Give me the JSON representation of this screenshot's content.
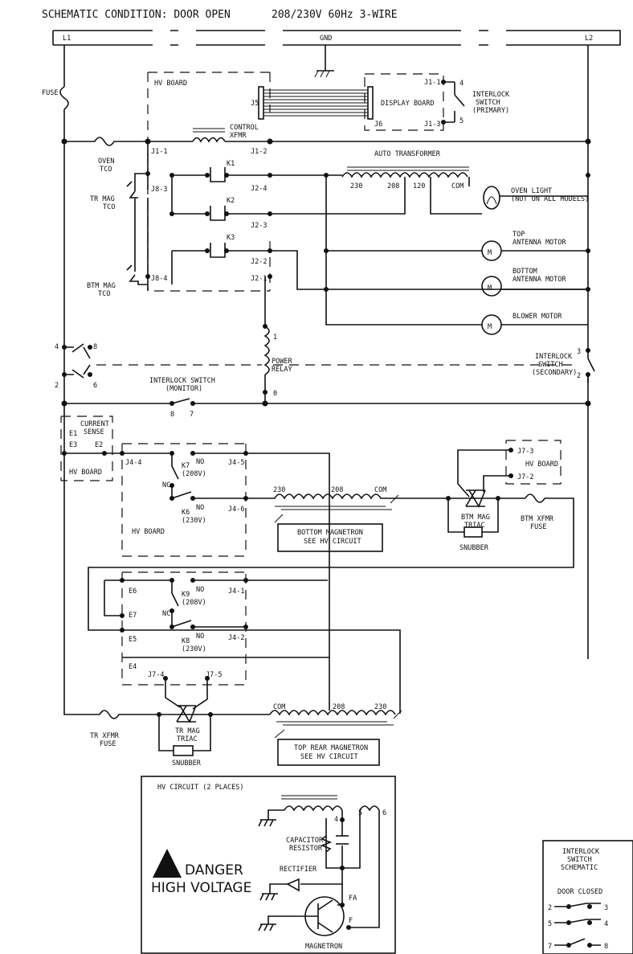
{
  "header": {
    "condition": "SCHEMATIC CONDITION: DOOR OPEN",
    "supply": "208/230V 60Hz 3-WIRE"
  },
  "bus": {
    "l1": "L1",
    "gnd": "GND",
    "l2": "L2"
  },
  "labels": {
    "fuse": "FUSE",
    "hv_board": "HV BOARD",
    "j5": "J5",
    "display_board": "DISPLAY BOARD",
    "j1_1_disp": "J1-1",
    "j1_3_disp": "J1-3",
    "j6": "J6",
    "t4": "4",
    "t5": "5",
    "interlock_primary": [
      "INTERLOCK",
      "SWITCH",
      "(PRIMARY)"
    ],
    "control_xfmr": [
      "CONTROL",
      "XFMR"
    ],
    "j1_1": "J1-1",
    "j1_2": "J1-2",
    "oven_tco": [
      "OVEN",
      "TCO"
    ],
    "tr_mag_tco": [
      "TR MAG",
      "TCO"
    ],
    "btm_mag_tco": [
      "BTM MAG",
      "TCO"
    ],
    "j8_3": "J8-3",
    "j8_4": "J8-4",
    "k1": "K1",
    "k2": "K2",
    "k3": "K3",
    "j2_4": "J2-4",
    "j2_3": "J2-3",
    "j2_2": "J2-2",
    "j2_1": "J2-1",
    "auto_transformer": "AUTO TRANSFORMER",
    "tap_230": "230",
    "tap_208": "208",
    "tap_120": "120",
    "tap_com": "COM",
    "oven_light": [
      "OVEN LIGHT",
      "(NOT ON ALL MODELS)"
    ],
    "top_antenna_motor": [
      "TOP",
      "ANTENNA MOTOR"
    ],
    "bottom_antenna_motor": [
      "BOTTOM",
      "ANTENNA MOTOR"
    ],
    "blower_motor": "BLOWER MOTOR",
    "motor_m": "M",
    "power_relay": [
      "POWER",
      "RELAY"
    ],
    "relay_1": "1",
    "relay_0": "0",
    "mon_4": "4",
    "mon_8": "8",
    "mon_2": "2",
    "mon_6": "6",
    "interlock_monitor": [
      "INTERLOCK SWITCH",
      "(MONITOR)"
    ],
    "mon_8b": "8",
    "mon_7": "7",
    "interlock_secondary": [
      "INTERLOCK",
      "SWITCH",
      "(SECONDARY)"
    ],
    "sec_3": "3",
    "sec_2": "2",
    "e1": "E1",
    "current_sense": [
      "CURRENT",
      "SENSE"
    ],
    "e3": "E3",
    "e2": "E2",
    "hv_board_small": "HV BOARD",
    "j4_4": "J4-4",
    "k7": [
      "K7",
      "(208V)"
    ],
    "no": "NO",
    "nc": "NC",
    "j4_5": "J4-5",
    "k6": [
      "K6",
      "(230V)"
    ],
    "j4_6": "J4-6",
    "hv_board_mid": "HV BOARD",
    "mag_230": "230",
    "mag_208": "208",
    "mag_com": "COM",
    "bottom_magnetron": [
      "BOTTOM MAGNETRON",
      "SEE HV CIRCUIT"
    ],
    "j7_3": "J7-3",
    "j7_2": "J7-2",
    "hv_board_right": "HV BOARD",
    "btm_mag_triac": [
      "BTM MAG",
      "TRIAC"
    ],
    "snubber": "SNUBBER",
    "btm_xfmr_fuse": [
      "BTM XFMR",
      "FUSE"
    ],
    "e6": "E6",
    "e7": "E7",
    "e5": "E5",
    "e4": "E4",
    "k9": [
      "K9",
      "(208V)"
    ],
    "k8": [
      "K8",
      "(230V)"
    ],
    "j4_1": "J4-1",
    "j4_2": "J4-2",
    "j7_4": "J7-4",
    "j7_5": "J7-5",
    "tr_xfmr_fuse": [
      "TR XFMR",
      "FUSE"
    ],
    "tr_mag_triac": [
      "TR MAG",
      "TRIAC"
    ],
    "snubber2": "SNUBBER",
    "top_com": "COM",
    "top_208": "208",
    "top_230": "230",
    "top_rear_magnetron": [
      "TOP REAR MAGNETRON",
      "SEE HV CIRCUIT"
    ],
    "hv_circuit": "HV CIRCUIT (2 PLACES)",
    "hv_4": "4",
    "hv_5": "5",
    "hv_6": "6",
    "capacitor_resistor": [
      "CAPACITOR",
      "RESISTOR"
    ],
    "rectifier": "RECTIFIER",
    "fa": "FA",
    "f": "F",
    "magnetron": "MAGNETRON",
    "danger": "DANGER",
    "high_voltage": "HIGH VOLTAGE",
    "interlock_schematic": [
      "INTERLOCK",
      "SWITCH",
      "SCHEMATIC"
    ],
    "door_closed": "DOOR CLOSED",
    "dc_2": "2",
    "dc_3": "3",
    "dc_5": "5",
    "dc_4": "4",
    "dc_7": "7",
    "dc_8": "8"
  }
}
